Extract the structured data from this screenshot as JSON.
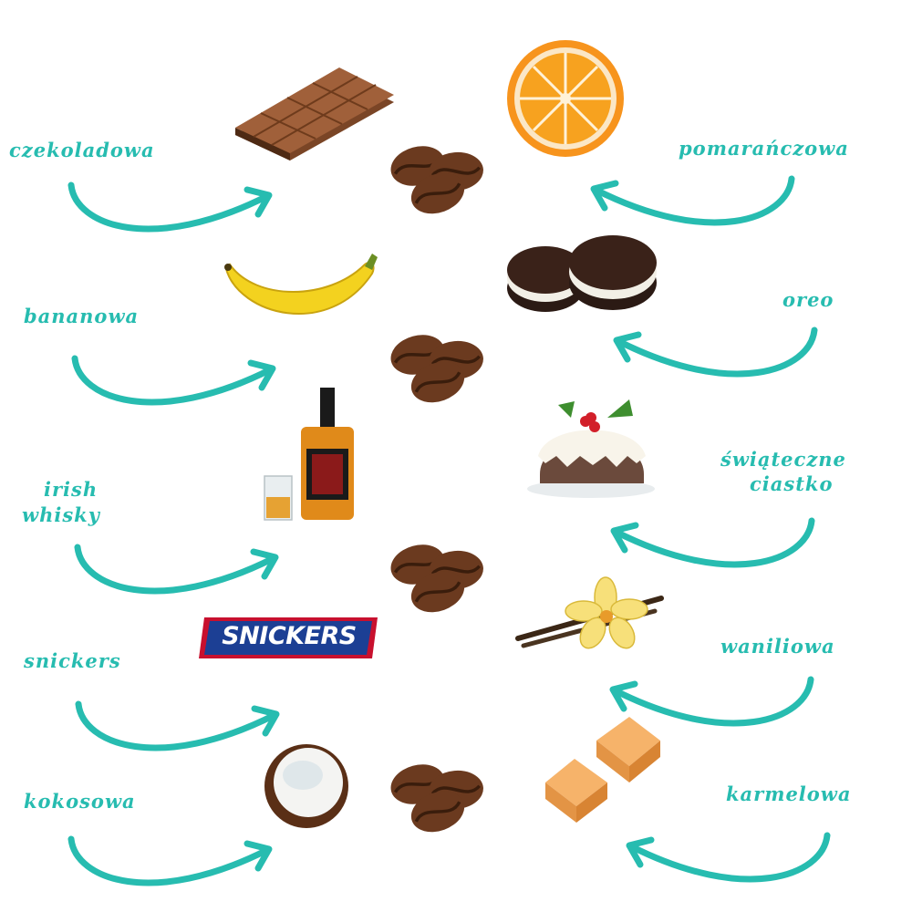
{
  "flavors_left": [
    {
      "id": "czekoladowa",
      "label": "czekoladowa",
      "icon": "chocolate-bar-icon"
    },
    {
      "id": "bananowa",
      "label": "bananowa",
      "icon": "banana-icon"
    },
    {
      "id": "irish-whisky",
      "label_line1": "irish",
      "label_line2": "whisky",
      "icon": "whisky-bottle-icon"
    },
    {
      "id": "snickers",
      "label": "snickers",
      "icon": "snickers-logo"
    },
    {
      "id": "kokosowa",
      "label": "kokosowa",
      "icon": "coconut-icon"
    }
  ],
  "flavors_right": [
    {
      "id": "pomaranczowa",
      "label": "pomarańczowa",
      "icon": "orange-icon"
    },
    {
      "id": "oreo",
      "label": "oreo",
      "icon": "oreo-cookie-icon"
    },
    {
      "id": "swiateczne-ciastko",
      "label_line1": "świąteczne",
      "label_line2": "ciastko",
      "icon": "christmas-pudding-icon"
    },
    {
      "id": "waniliowa",
      "label": "waniliowa",
      "icon": "vanilla-flower-icon"
    },
    {
      "id": "karmelowa",
      "label": "karmelowa",
      "icon": "caramel-candy-icon"
    }
  ],
  "logo_text": "SNICKERS",
  "colors": {
    "accent": "#27bcb0",
    "bean": "#6b3a1f",
    "snickers_blue": "#1c3f94",
    "snickers_red": "#c8102e"
  }
}
